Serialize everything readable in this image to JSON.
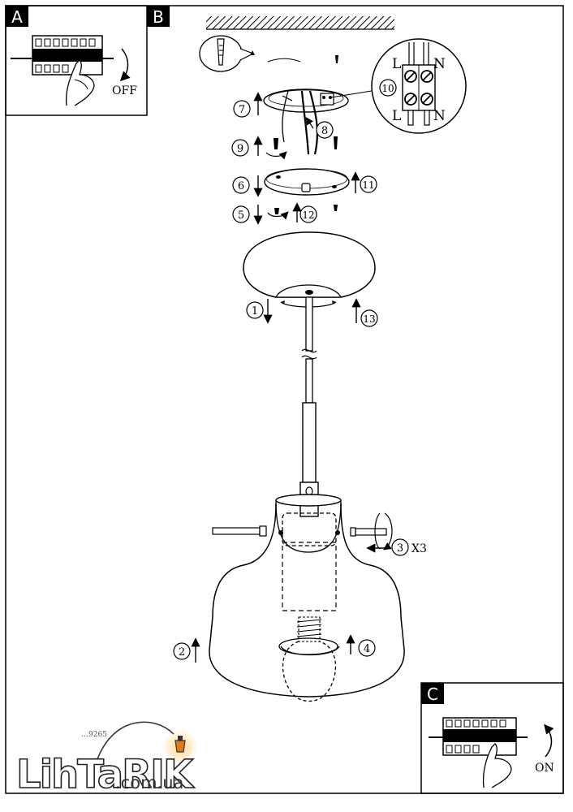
{
  "panels": {
    "a_label": "A",
    "b_label": "B",
    "c_label": "C"
  },
  "switch_text": {
    "off": "OFF",
    "on": "ON"
  },
  "terminal": {
    "l_top": "L",
    "n_top": "N",
    "l_bottom": "L",
    "n_bottom": "N"
  },
  "steps": {
    "s1": "1",
    "s2": "2",
    "s3": "3",
    "s3_count": "X3",
    "s4": "4",
    "s5": "5",
    "s6": "6",
    "s7": "7",
    "s8": "8",
    "s9": "9",
    "s10": "10",
    "s11": "11",
    "s12": "12",
    "s13": "13"
  },
  "footer": {
    "code": "…9265",
    "brand": "LihTaRIK",
    "domain": ".com.ua"
  }
}
